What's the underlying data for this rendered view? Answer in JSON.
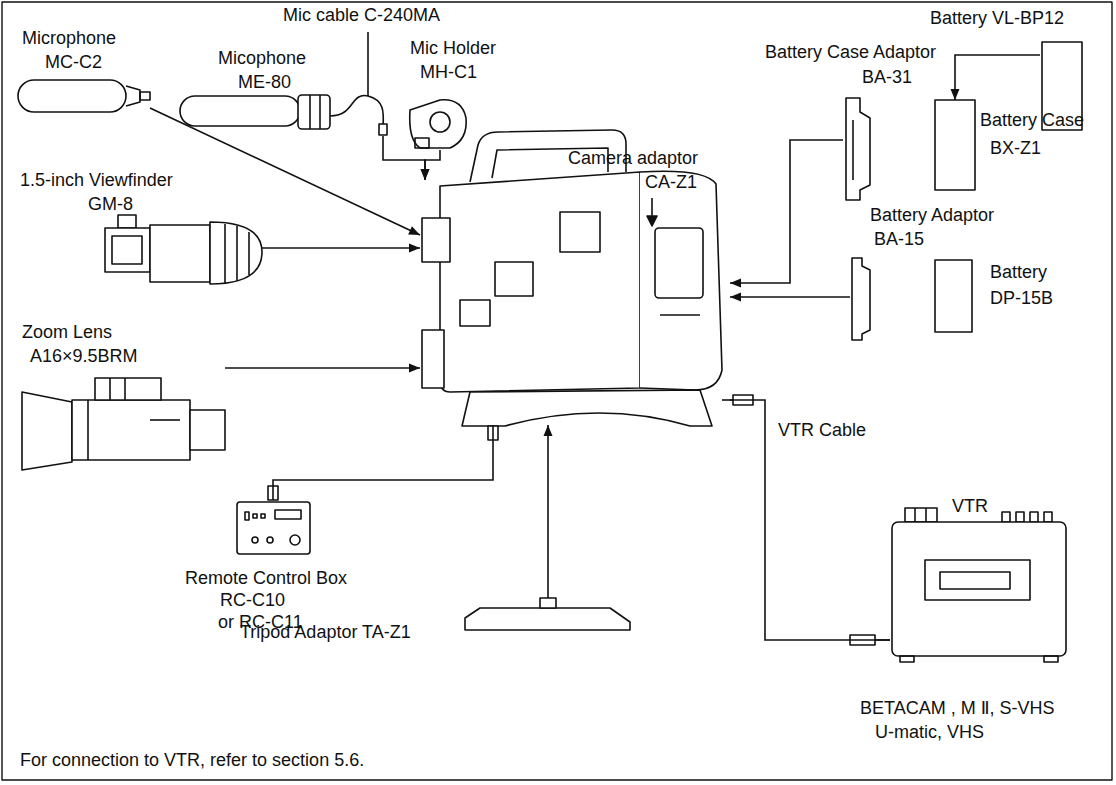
{
  "diagram": {
    "nodes": [
      {
        "text": [
          "Microphone",
          "MC-C2"
        ]
      },
      {
        "text": [
          "Micophone",
          "ME-80"
        ]
      },
      {
        "text": [
          "Mic Holder",
          "MH-C1"
        ]
      },
      {
        "text": [
          "Camera adaptor",
          "CA-Z1"
        ]
      },
      {
        "text": [
          "Battery VL-BP12"
        ]
      },
      {
        "text": [
          "Battery Case Adaptor",
          "BA-31"
        ]
      },
      {
        "text": [
          "Battery Case",
          "BX-Z1"
        ]
      },
      {
        "text": [
          "Battery Adaptor",
          "BA-15"
        ]
      },
      {
        "text": [
          "Battery",
          "DP-15B"
        ]
      },
      {
        "text": [
          "1.5-inch Viewfinder",
          "GM-8"
        ]
      },
      {
        "text": [
          "Zoom Lens",
          "A16×9.5BRM"
        ]
      },
      {
        "text": [
          "Remote Control Box",
          "RC-C10",
          "or RC-C11"
        ]
      },
      {
        "text": [
          "Tripod Adaptor TA-Z1"
        ]
      },
      {
        "text": [
          "VTR",
          "BETACAM , M Ⅱ, S-VHS",
          "U-matic, VHS"
        ]
      }
    ],
    "edges": [
      {
        "from": 0,
        "to": 3,
        "arrow": "to"
      },
      {
        "from": 1,
        "to": 3,
        "arrow": "to"
      },
      {
        "from": 2,
        "to": 3,
        "arrow": "to"
      },
      {
        "from": 9,
        "to": 3,
        "arrow": "to"
      },
      {
        "from": 10,
        "to": 3,
        "arrow": "to"
      },
      {
        "from": 3,
        "to": 11,
        "arrow": "none"
      },
      {
        "from": 12,
        "to": 3,
        "arrow": "to"
      },
      {
        "from": 4,
        "to": 6,
        "arrow": "to"
      },
      {
        "from": 5,
        "to": 3,
        "arrow": "to"
      },
      {
        "from": 7,
        "to": 3,
        "arrow": "to"
      },
      {
        "from": 3,
        "to": 13,
        "arrow": "none",
        "label": "VTR Cable"
      }
    ],
    "labels": [
      "Mic cable C-240MA",
      "For connection to VTR, refer to section 5.6."
    ]
  }
}
